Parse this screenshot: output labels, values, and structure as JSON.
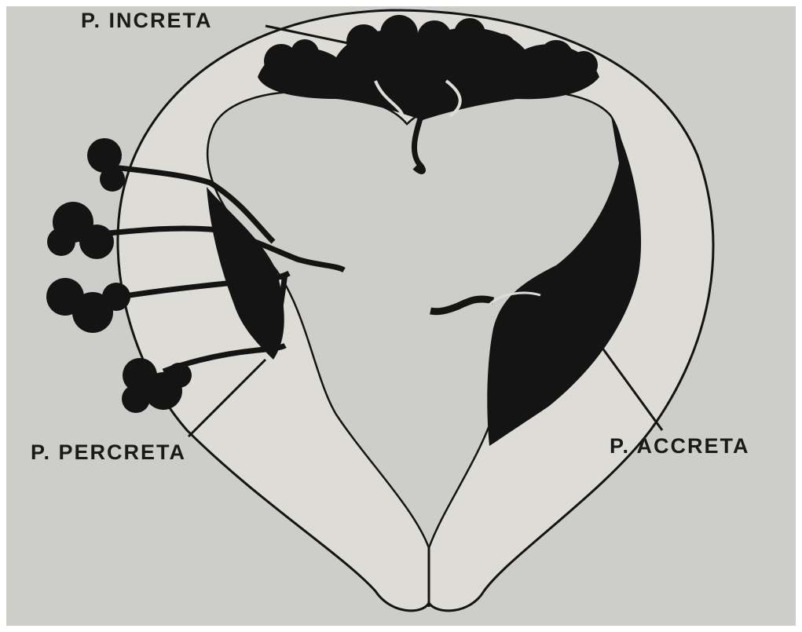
{
  "labels": {
    "increta": "P. INCRETA",
    "percreta": "P. PERCRETA",
    "accreta": "P. ACCRETA"
  },
  "colors": {
    "background": "#cdcdc9",
    "wall": "#dedcd6",
    "ink": "#141414"
  }
}
